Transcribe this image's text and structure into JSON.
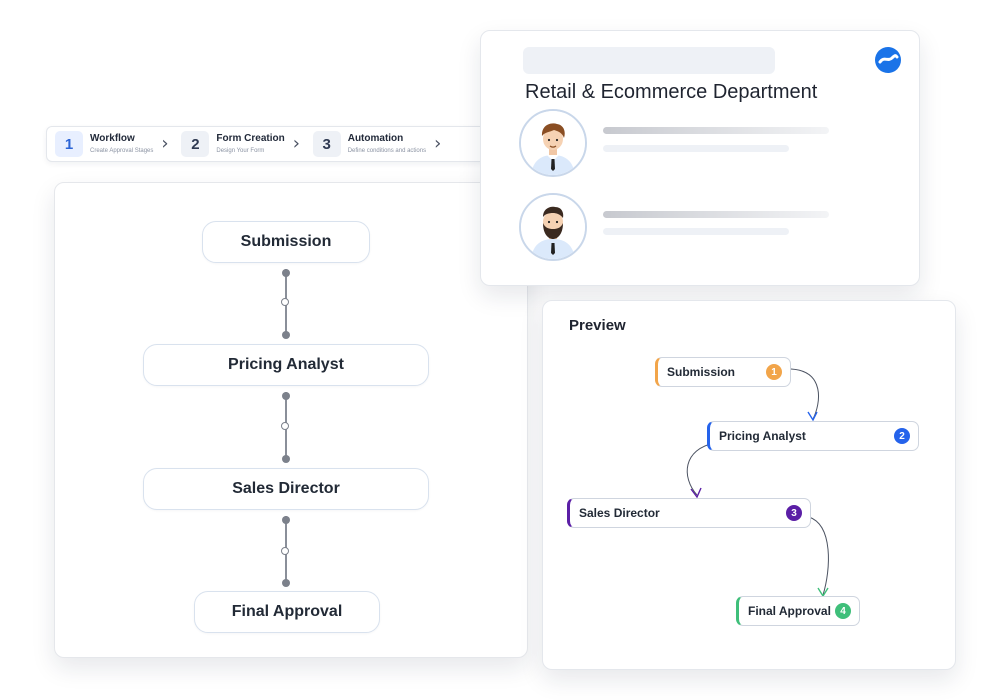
{
  "stepper": {
    "steps": [
      {
        "number": "1",
        "title": "Workflow",
        "subtitle": "Create Approval Stages"
      },
      {
        "number": "2",
        "title": "Form Creation",
        "subtitle": "Design Your Form"
      },
      {
        "number": "3",
        "title": "Automation",
        "subtitle": "Define conditions and actions"
      }
    ]
  },
  "workflow": {
    "stages": [
      {
        "label": "Submission"
      },
      {
        "label": "Pricing Analyst"
      },
      {
        "label": "Sales Director"
      },
      {
        "label": "Final Approval"
      }
    ]
  },
  "department": {
    "title": "Retail & Ecommerce Department",
    "logo_icon": "brand-wave-icon",
    "members": [
      {
        "avatar": "man-avatar-icon"
      },
      {
        "avatar": "bearded-man-avatar-icon"
      }
    ]
  },
  "preview": {
    "title": "Preview",
    "nodes": [
      {
        "label": "Submission",
        "badge": "1",
        "color": "#f2a54a"
      },
      {
        "label": "Pricing Analyst",
        "badge": "2",
        "color": "#2563eb"
      },
      {
        "label": "Sales Director",
        "badge": "3",
        "color": "#5b1fa6"
      },
      {
        "label": "Final Approval",
        "badge": "4",
        "color": "#3fbf7a"
      }
    ]
  }
}
